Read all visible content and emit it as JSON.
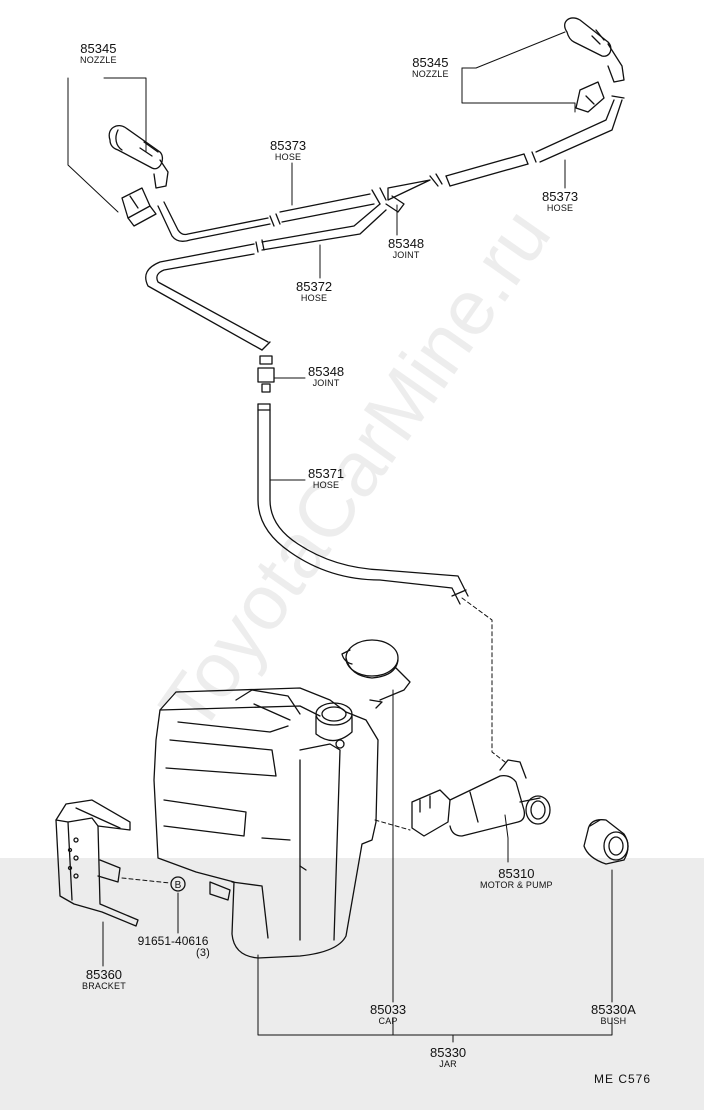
{
  "watermark": "ToyotaCarMine.ru",
  "diagram_code": "ME  C576",
  "parts": {
    "nozzle_left": {
      "number": "85345",
      "name": "NOZZLE"
    },
    "nozzle_right": {
      "number": "85345",
      "name": "NOZZLE"
    },
    "hose_85373_left": {
      "number": "85373",
      "name": "HOSE"
    },
    "hose_85373_right": {
      "number": "85373",
      "name": "HOSE"
    },
    "joint_upper": {
      "number": "85348",
      "name": "JOINT"
    },
    "hose_85372": {
      "number": "85372",
      "name": "HOSE"
    },
    "joint_lower": {
      "number": "85348",
      "name": "JOINT"
    },
    "hose_85371": {
      "number": "85371",
      "name": "HOSE"
    },
    "motor_pump": {
      "number": "85310",
      "name": "MOTOR & PUMP"
    },
    "bolt": {
      "number": "91651-40616",
      "qty": "(3)",
      "symbol": "B"
    },
    "bracket": {
      "number": "85360",
      "name": "BRACKET"
    },
    "cap": {
      "number": "85033",
      "name": "CAP"
    },
    "bush": {
      "number": "85330A",
      "name": "BUSH"
    },
    "jar": {
      "number": "85330",
      "name": "JAR"
    }
  }
}
